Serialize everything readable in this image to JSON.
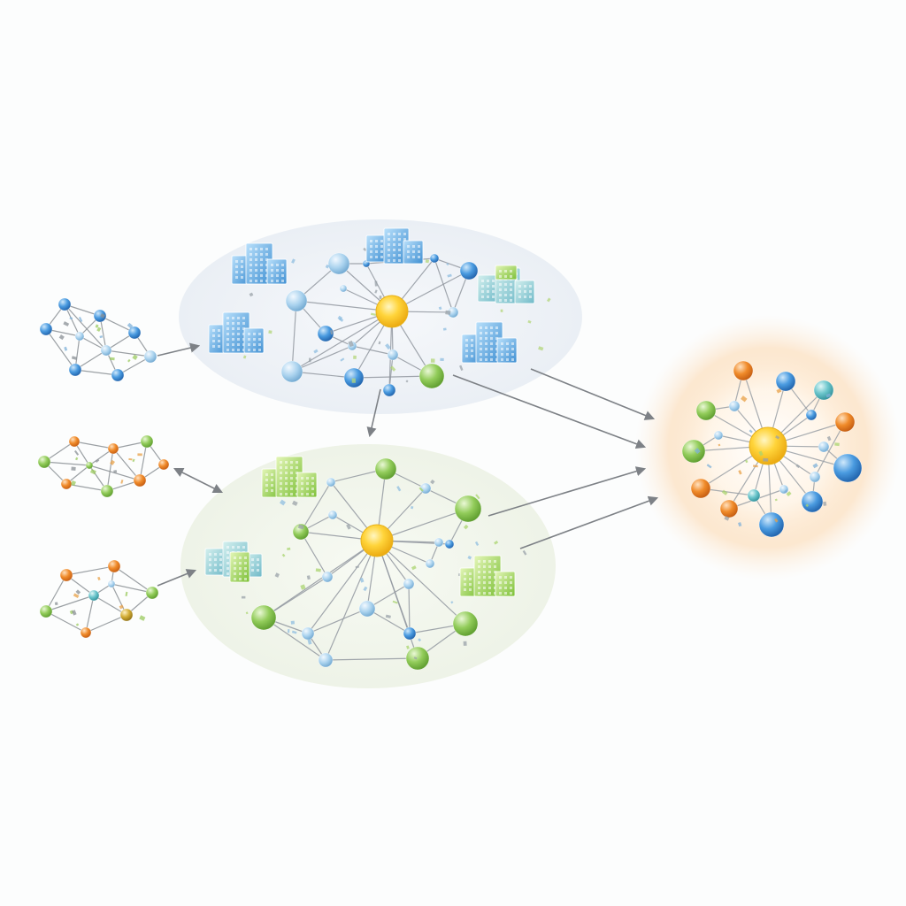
{
  "palette": {
    "background": "#fcfdfd",
    "edge": "#8a8f94",
    "arrow": "#7d8186",
    "hub": "#f7c21a",
    "blue": "#3a8fd6",
    "light_blue": "#9dcbea",
    "green": "#86c44f",
    "orange": "#ef8a2a",
    "teal": "#5ec0c8",
    "olive": "#c8a52a",
    "cluster_top_fill": "#eef2f6",
    "cluster_bottom_fill": "#f1f5ec",
    "glow": "#fbd3a6"
  },
  "diagram": {
    "type": "network-flow",
    "small_networks": [
      {
        "id": "left-top",
        "theme": "blue"
      },
      {
        "id": "left-middle",
        "theme": "mixed"
      },
      {
        "id": "left-bottom",
        "theme": "mixed"
      }
    ],
    "clusters": [
      {
        "id": "upper-cluster",
        "theme": "blue",
        "building_count": 6
      },
      {
        "id": "lower-cluster",
        "theme": "green",
        "building_count": 4
      }
    ],
    "target": {
      "id": "unified-hub",
      "theme": "glow"
    }
  }
}
